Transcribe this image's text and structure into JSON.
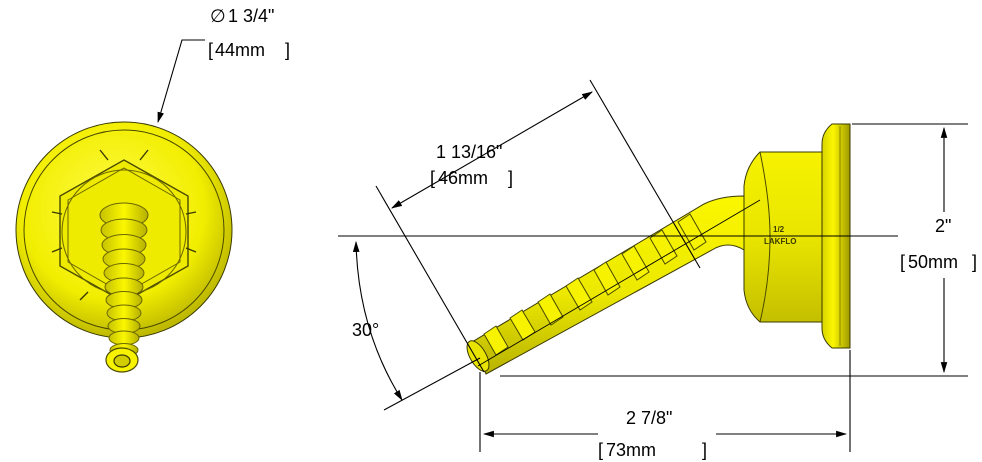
{
  "drawing": {
    "colors": {
      "part": "#f4f000",
      "part_shade": "#c9c400",
      "part_dark": "#8f8a00",
      "line": "#000000",
      "background": "#ffffff"
    },
    "front_view": {
      "diameter_symbol": "∅",
      "diameter_in": "1 3/4\"",
      "diameter_mm": "44mm"
    },
    "side_view": {
      "length_in": "1 13/16\"",
      "length_mm": "46mm",
      "angle": "30°",
      "height_in": "2\"",
      "height_mm": "50mm",
      "width_in": "2 7/8\"",
      "width_mm": "73mm",
      "stamp_line1": "1/2",
      "stamp_line2": "LAKFLO"
    }
  }
}
